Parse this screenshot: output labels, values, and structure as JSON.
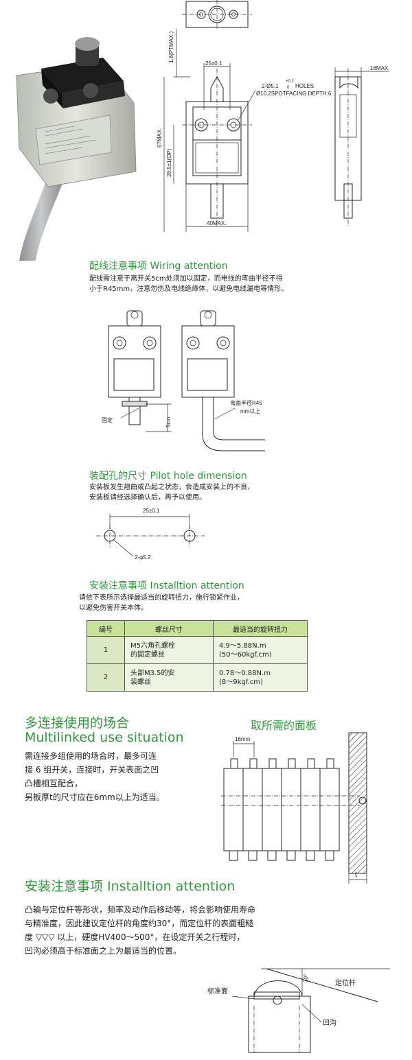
{
  "drawing": {
    "pt_max": "1.8(PTMAX.)",
    "width_25": "25±0.1",
    "holes_line1": "2-Ø5.1",
    "holes_tol": "+0.2",
    "holes_tol_zero": "0",
    "holes_word": "HOLES",
    "holes_line2": "Ø10.2SPOTFACING DEPTH:6",
    "max_67": "67MAX.",
    "op_28": "28.5±1(OP)",
    "max_40": "40MAX.",
    "max_16": "16MAX."
  },
  "wiring": {
    "title": "配线注意事项 Wiring attention",
    "body": [
      "配线需注意于离开关5cm处须加以固定，而电线的弯曲半径不得",
      "小于R45mm，注意勿伤及电线绝缘体，以避免电线漏电等情形。"
    ],
    "label_fixed": "固定",
    "label_5cm": "5cm",
    "label_bend_1": "弯曲半径R45",
    "label_bend_2": "mm以上"
  },
  "pilot": {
    "title": "装配孔的尺寸 Pilot hole dimension",
    "body": [
      "安装板发生翘曲或凸起之状态，会造成安装上的不良，",
      "安装板请经选择确认后，再予以使用。"
    ],
    "dim_25": "25±0.1",
    "dim_hole": "2-φ5.2"
  },
  "install": {
    "title": "安装注意事项 Installtion attention",
    "body": [
      "请依下表所示选择最适当的旋转扭力，施行锁紧作业，",
      "以避免伤害开关本体。"
    ],
    "headers": [
      "编号",
      "螺丝尺寸",
      "最适当的旋转扭力"
    ],
    "rows": [
      {
        "no": "1",
        "screw": [
          "M5六角孔螺栓",
          "的固定螺丝"
        ],
        "torque": [
          "4.9～5.88N.m",
          "(50～60kgf.cm)"
        ]
      },
      {
        "no": "2",
        "screw": [
          "头部M3.5的安",
          "装螺丝"
        ],
        "torque": [
          "0.78～0.88N.m",
          "(8～9kgf.cm)"
        ]
      }
    ]
  },
  "multi": {
    "title_cn": "多连接使用的场合",
    "title_en": "Multilinked use situation",
    "body": [
      "需连接多组使用的场合时，最多可连",
      "接 6 组开关，连接时，开关表面之凹",
      "凸槽相互配合，",
      "另板厚t的尺寸应在6mm以上为适当。"
    ],
    "panel_title": "取所需的面板",
    "dim_16": "16mm",
    "dim_t": "t"
  },
  "install2": {
    "title": "安装注意事项 Installtion attention",
    "body": [
      "凸输与定位杆等形状，频率及动作后移动等，将会影响使用寿命",
      "与精准度，因此建议定位杆的角度约30°，而定位杆的表面粗糙",
      "度 ▽▽▽ 以上，硬度HV400～500°，在设定开关之行程时，",
      "凹沟必须高于标准面之上为最适当的位置。"
    ],
    "label_standard": "标准面",
    "label_angle": "30°",
    "label_rod": "定位杆",
    "label_groove": "凹沟"
  },
  "colors": {
    "accent": "#2e9a3c",
    "table_header": "#c9e29a",
    "table_cell": "#eef5e2"
  }
}
